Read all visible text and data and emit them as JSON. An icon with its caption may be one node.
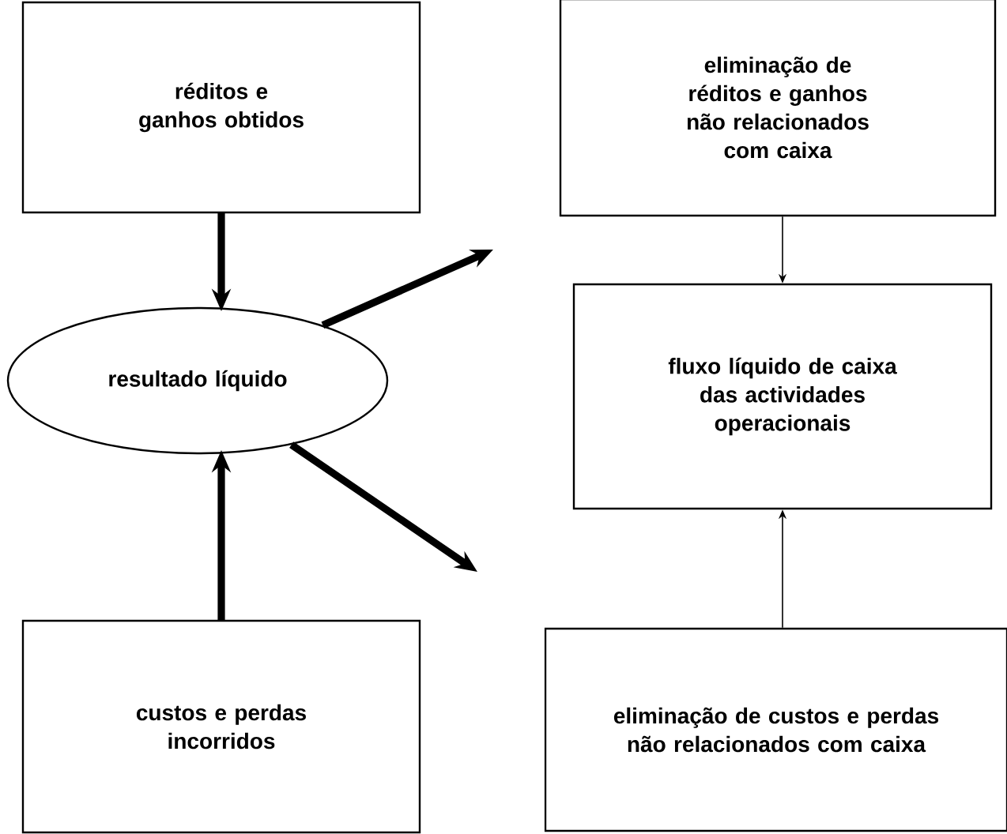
{
  "diagram": {
    "nodes": [
      {
        "text": [
          "réditos e ganhos obtidos"
        ]
      },
      {
        "text": [
          "resultado líquido"
        ]
      },
      {
        "text": [
          "custos e perdas incorridos"
        ]
      },
      {
        "text": [
          "eliminação de réditos e ganhos não relacionados com caixa"
        ]
      },
      {
        "text": [
          "fluxo líquido de caixa das actividades operacionais"
        ]
      },
      {
        "text": [
          "eliminação de custos e perdas não relacionados com caixa"
        ]
      }
    ],
    "edges": [
      {
        "from": 0,
        "to": 1,
        "arrow": "to"
      },
      {
        "from": 2,
        "to": 1,
        "arrow": "to"
      },
      {
        "from": 1,
        "to": null,
        "arrow": "to"
      },
      {
        "from": 1,
        "to": null,
        "arrow": "to"
      },
      {
        "from": 3,
        "to": 4,
        "arrow": "to"
      },
      {
        "from": 5,
        "to": 4,
        "arrow": "to"
      }
    ]
  }
}
